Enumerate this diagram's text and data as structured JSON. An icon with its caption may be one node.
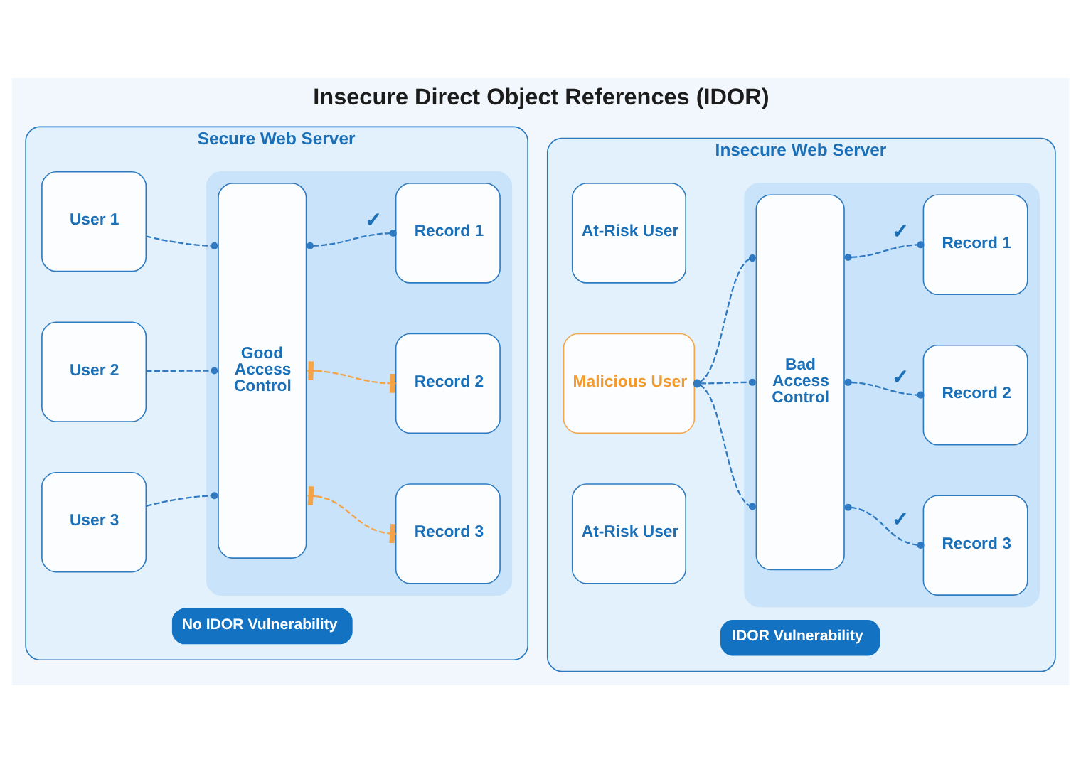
{
  "diagram": {
    "title": "Insecure Direct Object References (IDOR)",
    "nodes": [
      {
        "text": [
          "Secure Web Server"
        ]
      },
      {
        "text": [
          "User 1"
        ],
        "in": 0
      },
      {
        "text": [
          "User 2"
        ],
        "in": 0
      },
      {
        "text": [
          "User 3"
        ],
        "in": 0
      },
      {
        "text": [],
        "shape": "box",
        "in": 0
      },
      {
        "text": [
          "Good Access Control"
        ],
        "in": 4
      },
      {
        "text": [
          "Record 1"
        ],
        "in": 4
      },
      {
        "text": [
          "Record 2"
        ],
        "in": 4
      },
      {
        "text": [
          "Record 3"
        ],
        "in": 4
      },
      {
        "text": [
          "No IDOR Vulnerability"
        ],
        "in": 0
      },
      {
        "text": [
          "Insecure Web Server"
        ]
      },
      {
        "text": [
          "At-Risk User"
        ],
        "in": 10
      },
      {
        "text": [
          "Malicious User"
        ],
        "in": 10
      },
      {
        "text": [
          "At-Risk User"
        ],
        "in": 10
      },
      {
        "text": [],
        "shape": "box",
        "in": 10
      },
      {
        "text": [
          "Bad Access Control"
        ],
        "in": 14
      },
      {
        "text": [
          "Record 1"
        ],
        "in": 14
      },
      {
        "text": [
          "Record 2"
        ],
        "in": 14
      },
      {
        "text": [
          "Record 3"
        ],
        "in": 14
      },
      {
        "text": [
          "IDOR Vulnerability"
        ],
        "in": 10
      }
    ],
    "edges": [
      {
        "from": 1,
        "to": 5,
        "arrow": "other",
        "style": "dashed"
      },
      {
        "from": 2,
        "to": 5,
        "arrow": "other",
        "style": "dashed"
      },
      {
        "from": 3,
        "to": 5,
        "arrow": "other",
        "style": "dashed"
      },
      {
        "from": 5,
        "to": 6,
        "arrow": "other",
        "style": "dashed",
        "label": "✓"
      },
      {
        "from": 5,
        "to": 7,
        "arrow": "other",
        "style": "dashed",
        "color": "#f4a347"
      },
      {
        "from": 5,
        "to": 8,
        "arrow": "other",
        "style": "dashed",
        "color": "#f4a347"
      },
      {
        "from": 12,
        "to": 15,
        "arrow": "other",
        "style": "dashed"
      },
      {
        "from": 12,
        "to": 15,
        "arrow": "other",
        "style": "dashed"
      },
      {
        "from": 12,
        "to": 15,
        "arrow": "other",
        "style": "dashed"
      },
      {
        "from": 15,
        "to": 16,
        "arrow": "other",
        "style": "dashed",
        "label": "✓"
      },
      {
        "from": 15,
        "to": 17,
        "arrow": "other",
        "style": "dashed",
        "label": "✓"
      },
      {
        "from": 15,
        "to": 18,
        "arrow": "other",
        "style": "dashed",
        "label": "✓"
      }
    ]
  }
}
